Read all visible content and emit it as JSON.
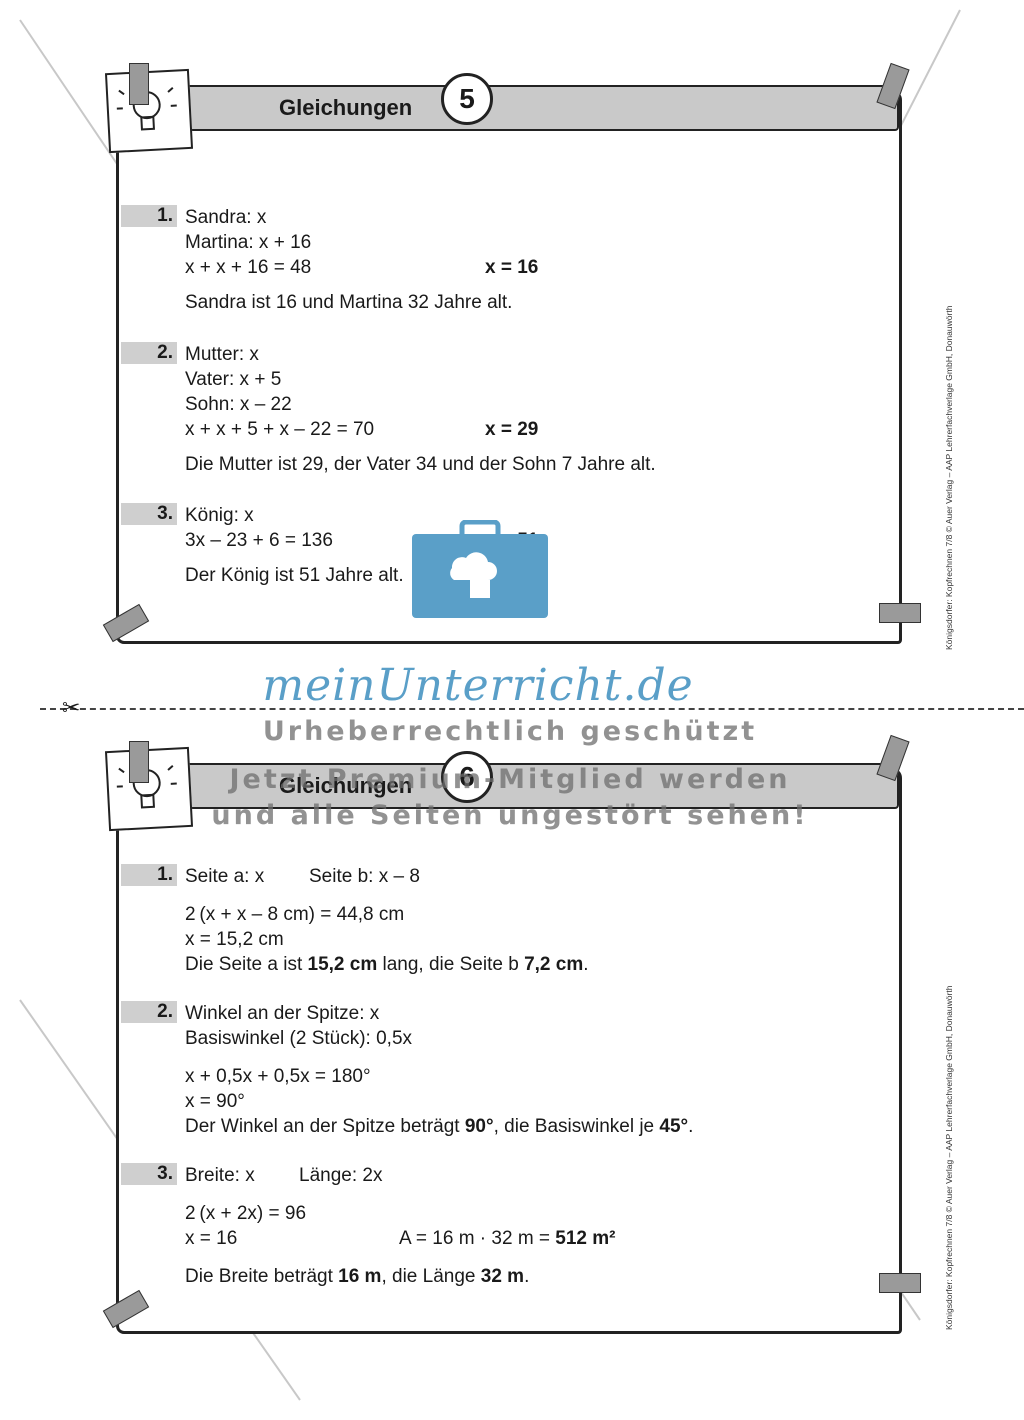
{
  "card1": {
    "title": "Gleichungen",
    "number": "5",
    "exercises": [
      {
        "label": "1.",
        "lines": [
          "Sandra: x",
          "Martina: x + 16",
          "x + x + 16 = 48"
        ],
        "answer": "x = 16",
        "conclusion": "Sandra ist 16 und Martina 32 Jahre alt."
      },
      {
        "label": "2.",
        "lines": [
          "Mutter: x",
          "Vater: x + 5",
          "Sohn: x – 22",
          "x + x + 5 + x – 22 = 70"
        ],
        "answer": "x = 29",
        "conclusion": "Die Mutter ist 29, der Vater 34 und der Sohn 7 Jahre alt."
      },
      {
        "label": "3.",
        "lines": [
          "König: x",
          "3x – 23 + 6 = 136"
        ],
        "answer": "x = 51",
        "conclusion": "Der König ist 51 Jahre alt."
      }
    ]
  },
  "card2": {
    "title": "Gleichungen",
    "number": "6",
    "ex1": {
      "label": "1.",
      "l1a": "Seite a: x",
      "l1b": "Seite b: x – 8",
      "l2": "2 (x + x – 8 cm) = 44,8 cm",
      "l3": "x = 15,2 cm",
      "c1": "Die Seite a ist ",
      "c2": "15,2 cm",
      "c3": " lang, die Seite b ",
      "c4": "7,2 cm",
      "c5": "."
    },
    "ex2": {
      "label": "2.",
      "l1": "Winkel an der Spitze:  x",
      "l2": "Basiswinkel (2 Stück):  0,5x",
      "l3": "x + 0,5x + 0,5x = 180°",
      "l4": "x = 90°",
      "c1": "Der Winkel an der Spitze beträgt ",
      "c2": "90°",
      "c3": ", die Basiswinkel je ",
      "c4": "45°",
      "c5": "."
    },
    "ex3": {
      "label": "3.",
      "l1a": "Breite: x",
      "l1b": "Länge: 2x",
      "l2": "2 (x + 2x) = 96",
      "l3": "x = 16",
      "a1": "A = 16 m · 32 m = ",
      "a2": "512 m²",
      "c1": "Die Breite beträgt ",
      "c2": "16 m",
      "c3": ", die Länge ",
      "c4": "32 m",
      "c5": "."
    }
  },
  "side_text": "Königsdorfer: Kopfrechnen 7/8 © Auer Verlag – AAP Lehrerfachverlage GmbH, Donauwörth",
  "watermark": {
    "brand": "meinUnterricht.de",
    "line1": "Urheberrechtlich geschützt",
    "line2": "Jetzt Premium-Mitglied werden",
    "line3": "und alle Seiten ungestört sehen!",
    "brand_color": "#5a9fc8"
  }
}
